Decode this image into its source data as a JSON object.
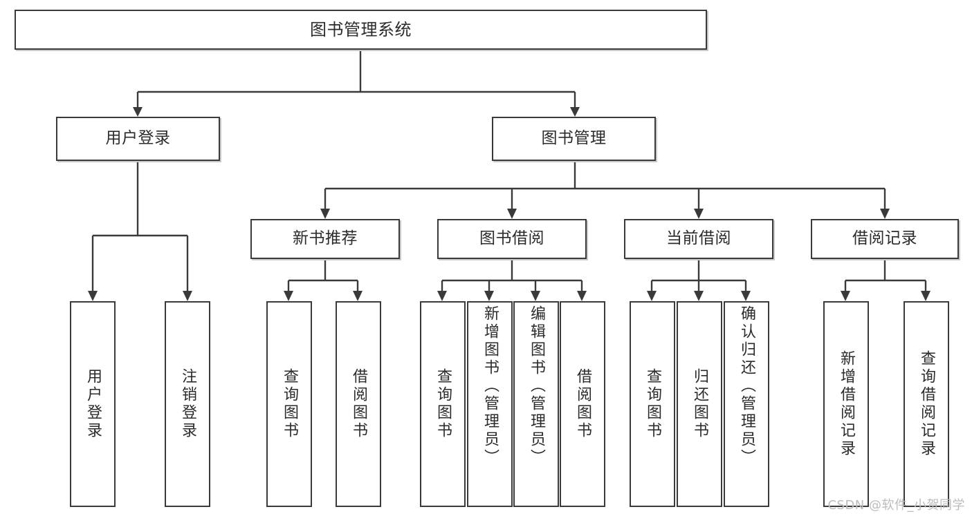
{
  "diagram": {
    "type": "tree-hierarchy-chart",
    "title": "图书管理系统",
    "orientation": "top-down",
    "line_color": "#3a3a3a",
    "box_fill": "#ffffff",
    "text_color": "#2b2b2b"
  },
  "root": {
    "label": "图书管理系统"
  },
  "level2": [
    {
      "label": "用户登录"
    },
    {
      "label": "图书管理"
    }
  ],
  "level3": [
    {
      "label": "新书推荐"
    },
    {
      "label": "图书借阅"
    },
    {
      "label": "当前借阅"
    },
    {
      "label": "借阅记录"
    }
  ],
  "leaves": {
    "user_login": [
      {
        "label": "用户登录"
      },
      {
        "label": "注销登录"
      }
    ],
    "new_book": [
      {
        "label": "查询图书"
      },
      {
        "label": "借阅图书"
      }
    ],
    "book_borrow": [
      {
        "label": "查询图书"
      },
      {
        "label": "新增图书（管理员）"
      },
      {
        "label": "编辑图书（管理员）"
      },
      {
        "label": "借阅图书"
      }
    ],
    "current_borrow": [
      {
        "label": "查询图书"
      },
      {
        "label": "归还图书"
      },
      {
        "label": "确认归还（管理员）"
      }
    ],
    "borrow_record": [
      {
        "label": "新增借阅记录"
      },
      {
        "label": "查询借阅记录"
      }
    ]
  },
  "watermark": {
    "text": "CSDN @软件_小贺同学"
  }
}
